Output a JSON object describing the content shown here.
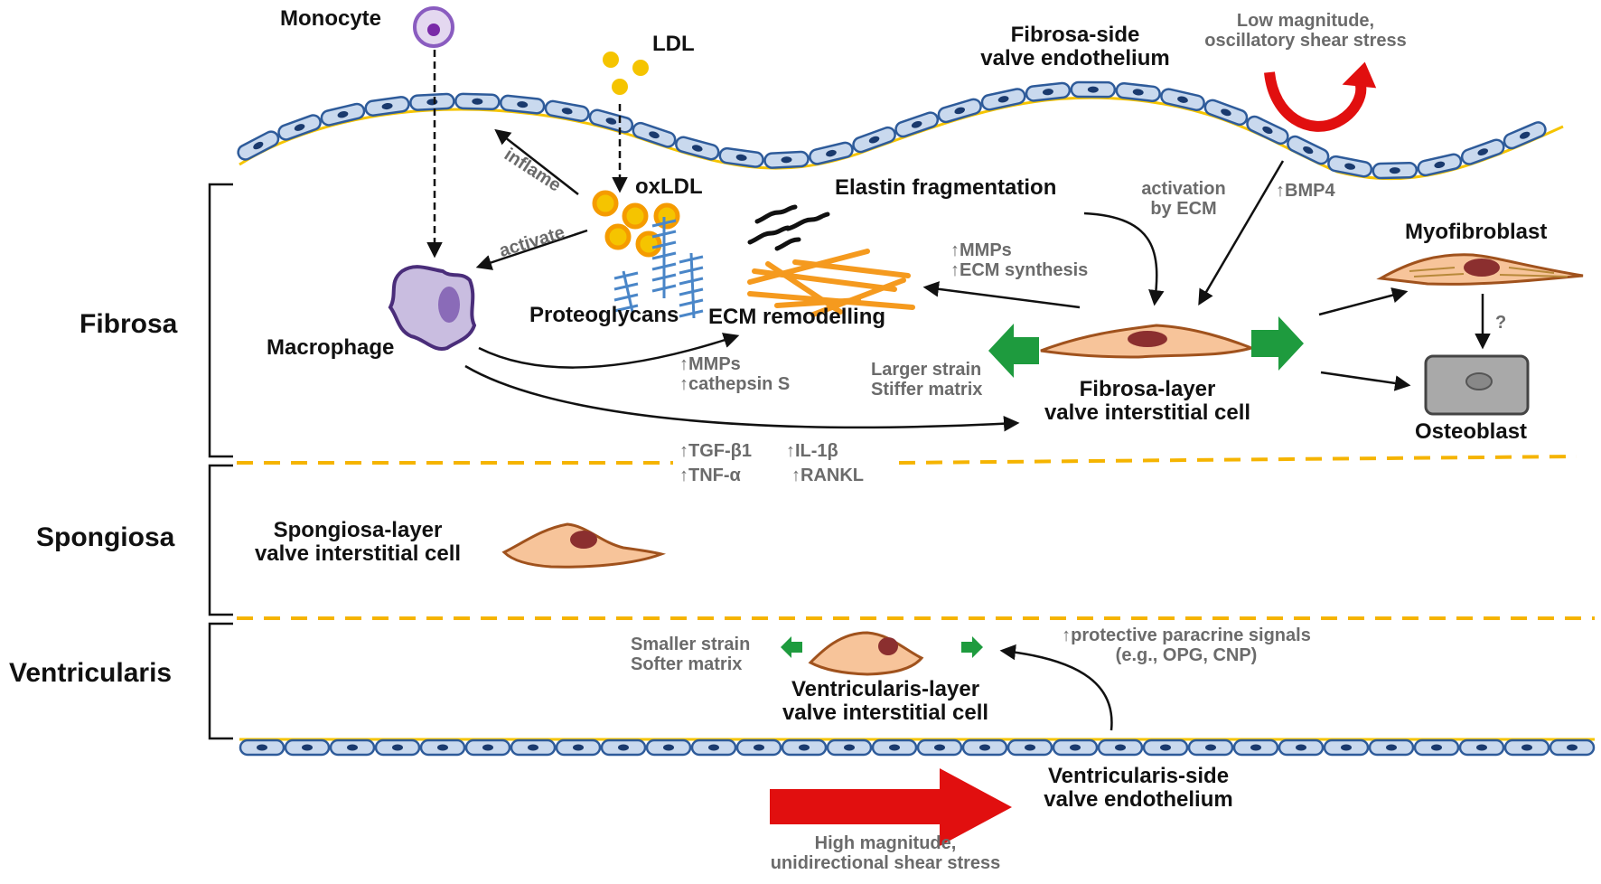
{
  "colors": {
    "endothelium_fill": "#c9d9ee",
    "endothelium_stroke": "#2e5b9a",
    "endothelium_nucleus": "#1a3a6e",
    "vic_fill": "#f7c49a",
    "vic_stroke": "#a0521d",
    "vic_nucleus": "#8b2f2f",
    "strain_arrow": "#1e9b3e",
    "shear_arrow": "#e10f0f",
    "layer_boundary": "#f5b400",
    "ldl": "#f5c400",
    "oxldl": "#f59b00",
    "collagen": "#f59a1e",
    "proteoglycan": "#4a86c8",
    "macrophage_fill": "#c9bde0",
    "macrophage_stroke": "#4a2d7a",
    "monocyte_fill": "#e4d8f0",
    "monocyte_nucleus": "#7a2aa8",
    "osteoblast_fill": "#a9a9a9"
  },
  "layers": [
    {
      "name": "Fibrosa"
    },
    {
      "name": "Spongiosa"
    },
    {
      "name": "Ventricularis"
    }
  ],
  "labels": {
    "monocyte": "Monocyte",
    "ldl": "LDL",
    "oxldl": "oxLDL",
    "fibrosa_endothelium_line1": "Fibrosa-side",
    "fibrosa_endothelium_line2": "valve endothelium",
    "low_shear_line1": "Low magnitude,",
    "low_shear_line2": "oscillatory shear stress",
    "inflame": "inflame",
    "activate": "activate",
    "elastin": "Elastin fragmentation",
    "activation_ecm_line1": "activation",
    "activation_ecm_line2": "by ECM",
    "bmp4": "↑BMP4",
    "myofibroblast": "Myofibroblast",
    "macrophage": "Macrophage",
    "proteoglycans": "Proteoglycans",
    "ecm_remodelling": "ECM remodelling",
    "mmps_ecm_line1": "↑MMPs",
    "mmps_ecm_line2": "↑ECM synthesis",
    "question": "?",
    "mmps_cath_line1": "↑MMPs",
    "mmps_cath_line2": "↑cathepsin S",
    "larger_strain": "Larger strain",
    "stiffer_matrix": "Stiffer matrix",
    "fibrosa_vic_line1": "Fibrosa-layer",
    "fibrosa_vic_line2": "valve interstitial cell",
    "osteoblast": "Osteoblast",
    "tgf": "↑TGF-β1",
    "il1": "↑IL-1β",
    "tnf": "↑TNF-α",
    "rankl": "↑RANKL",
    "spongiosa_vic_line1": "Spongiosa-layer",
    "spongiosa_vic_line2": "valve interstitial cell",
    "smaller_strain": "Smaller strain",
    "softer_matrix": "Softer matrix",
    "protective_line1": "↑protective paracrine signals",
    "protective_line2": "(e.g., OPG, CNP)",
    "ventricularis_vic_line1": "Ventricularis-layer",
    "ventricularis_vic_line2": "valve interstitial cell",
    "ventricularis_endothelium_line1": "Ventricularis-side",
    "ventricularis_endothelium_line2": "valve endothelium",
    "high_shear_line1": "High magnitude,",
    "high_shear_line2": "unidirectional shear stress"
  }
}
